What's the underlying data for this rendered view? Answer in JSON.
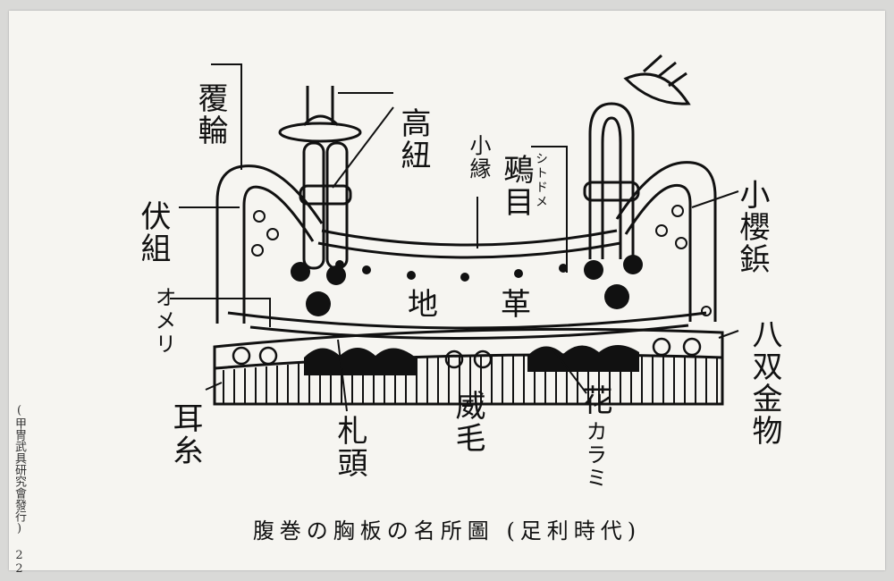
{
  "caption": "腹巻の胸板の名所圖 (足利時代)",
  "publisher": "(甲冑武具研究會發行) 22",
  "labels": {
    "fukurin": "覆輪",
    "takahimo": "高紐",
    "kobuchi": "小縁",
    "shitodome": "鵐目",
    "shitodome_ruby": "シトドメ",
    "fusegumi": "伏組",
    "kozakura_byo": "小櫻鋲",
    "jigawa": "地革",
    "omeri": "オメリ",
    "hassou_kanamono": "八双金物",
    "mimiito": "耳糸",
    "sanegashira": "札頭",
    "odoshige": "威毛",
    "hanagarami_1": "花",
    "hanagarami_2": "カラミ"
  }
}
